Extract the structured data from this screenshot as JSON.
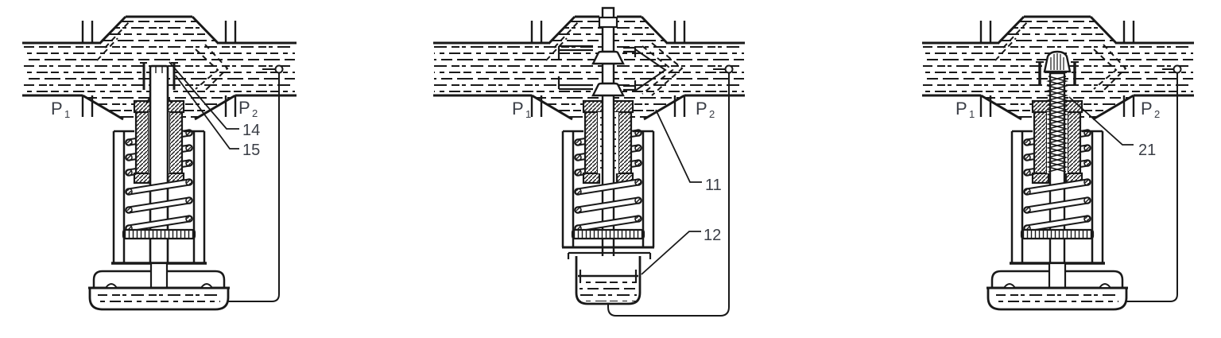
{
  "diagram": {
    "background_color": "#ffffff",
    "line_color": "#191919",
    "label_color": "#3a3e46",
    "valves": [
      {
        "position": "left",
        "inlet_label": {
          "base": "P",
          "sub": "1"
        },
        "outlet_label": {
          "base": "P",
          "sub": "2"
        },
        "callouts": {
          "c1": "14",
          "c2": "15"
        }
      },
      {
        "position": "middle",
        "inlet_label": {
          "base": "P",
          "sub": "1"
        },
        "outlet_label": {
          "base": "P",
          "sub": "2"
        },
        "callouts": {
          "c1": "11",
          "c2": "12"
        }
      },
      {
        "position": "right",
        "inlet_label": {
          "base": "P",
          "sub": "1"
        },
        "outlet_label": {
          "base": "P",
          "sub": "2"
        },
        "callouts": {
          "c1": "21"
        }
      }
    ]
  }
}
